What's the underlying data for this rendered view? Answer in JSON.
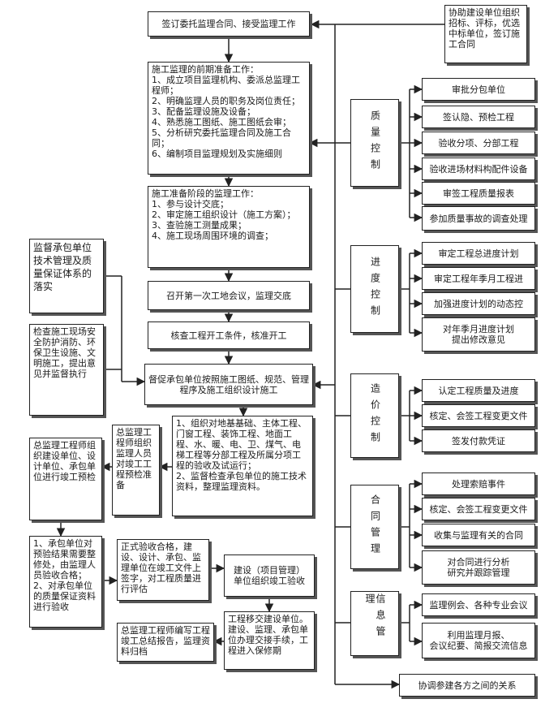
{
  "main": {
    "sign_contract": "签订委托监理合同、接受监理工作",
    "prep": "施工监理的前期准备工作：\n1、成立项目监理机构、委派总监理工程师；\n2、明确监理人员的职务及岗位责任；\n3、配备监理设施及设备；\n4、熟悉施工图纸、施工图纸会审；\n5、分析研究委托监理合同及施工合同；\n6、编制项目监理规划及实施细则",
    "prep_stage": "施工准备阶段的监理工作：\n1、参与设计交底；\n2、审定施工组织设计（施工方案）；\n3、查验施工测量成果；\n4、施工现场周围环境的调查；",
    "first_meeting": "召开第一次工地会议，监理交底",
    "check_start": "核查工程开工条件，核准开工",
    "supervise": "督促承包单位按照施工图纸、规范、管理程序及施工组织设计施工",
    "acceptance": "1、组织对地基基础、主体工程、门窗工程、装饰工程、地面工程、水、暖、电、卫、煤气、电梯工程等分部工程及所属分项工程的验收及试运行；\n2、监督检查承包单位的施工技术资料，整理监理资料。",
    "chief_org": "总监理工程师组织监理人员对竣工工程预检准备",
    "chief_pre": "总监理工程师组织建设单位、设计单位、承包单位进行竣工预检",
    "rectify": "1、承包单位对预验结果需要整修处，由监理人员验收合格；\n2、对承包单位的质量保证资料进行验收",
    "formal": "正式验收合格，建设、设计、承包、监理单位在竣工文件上签字，对工程质量进行评估",
    "owner_accept": "建设（项目管理）\n单位组织竣工验收",
    "handover": "工程移交建设单位。建设、监理、承包单位办理交接手续，工程进入保修期",
    "summary": "总监理工程师编写工程竣工总结报告，监理资料归档"
  },
  "left": {
    "sys": "监督承包单位技术管理及质量保证体系的落实",
    "site": "检查施工现场安全防护消防、环保卫生设施、文明施工，提出意见并监督执行"
  },
  "assist": "协助建设单位组织招标、评标，优选中标单位，签订施工合同",
  "categories": [
    {
      "label": "质量控制",
      "items": [
        "审批分包单位",
        "签认隐、预检工程",
        "验收分项、分部工程",
        "验收进场材料构配件设备",
        "审签工程质量报表",
        "参加质量事故的调查处理"
      ]
    },
    {
      "label": "进度控制",
      "items": [
        "审定工程总进度计划",
        "审定工程年季月工程进",
        "加强进度计划的动态控",
        "对年季月进度计划\n提出修改意见"
      ]
    },
    {
      "label": "造价控制",
      "items": [
        "认定工程质量及进度",
        "核定、会签工程变更文件",
        "签发付款凭证"
      ]
    },
    {
      "label": "合同管理",
      "items": [
        "处理索赔事件",
        "核定、会签工程变更文件",
        "收集与监理有关的合同",
        "对合同进行分析\n研究并跟踪管理"
      ]
    },
    {
      "label": "信息管理",
      "items": [
        "监理例会、各种专业会议",
        "利用监理月报、\n会议纪要、简报交流信息"
      ]
    }
  ],
  "coordinate": "协调参建各方之间的关系"
}
